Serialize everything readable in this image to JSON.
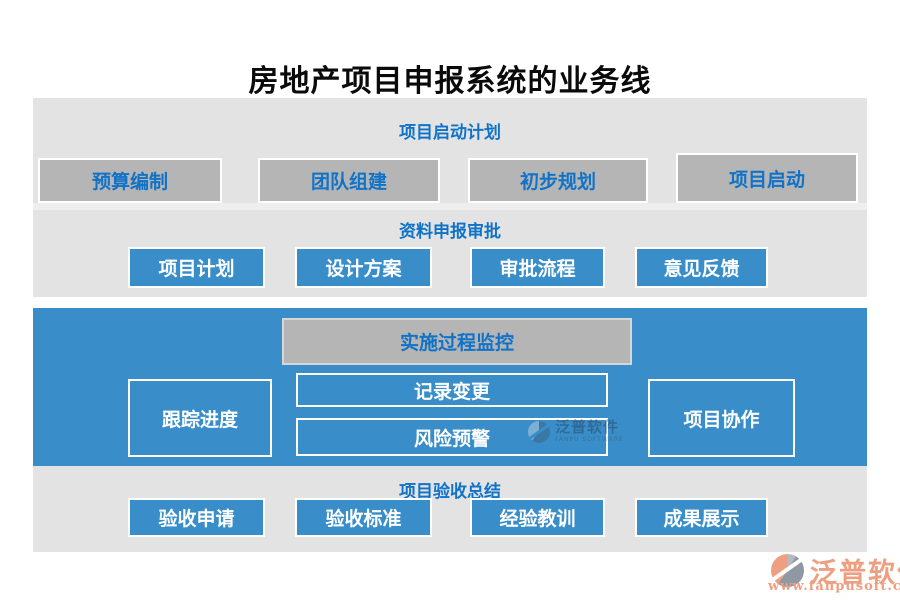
{
  "title": "房地产项目申报系统的业务线",
  "colors": {
    "band_gray": "#e3e3e3",
    "box_gray": "#b5b5b5",
    "accent_blue": "#398ec9",
    "text_blue": "#1173c8",
    "logo_salmon": "#ee9f81"
  },
  "bands": [
    {
      "header": "项目启动计划",
      "items": [
        "预算编制",
        "团队组建",
        "初步规划",
        "项目启动"
      ]
    },
    {
      "header": "资料申报审批",
      "items": [
        "项目计划",
        "设计方案",
        "审批流程",
        "意见反馈"
      ]
    },
    {
      "header": "实施过程监控",
      "left": "跟踪进度",
      "middle": [
        "记录变更",
        "风险预警"
      ],
      "right": "项目协作"
    },
    {
      "header": "项目验收总结",
      "items": [
        "验收申请",
        "验收标准",
        "经验教训",
        "成果展示"
      ]
    }
  ],
  "watermark": {
    "brand": "泛普软件",
    "sub": "FANPU SOFTWARE"
  },
  "footer": {
    "brand": "泛普软件",
    "url": "www.fanpusoft.com"
  }
}
